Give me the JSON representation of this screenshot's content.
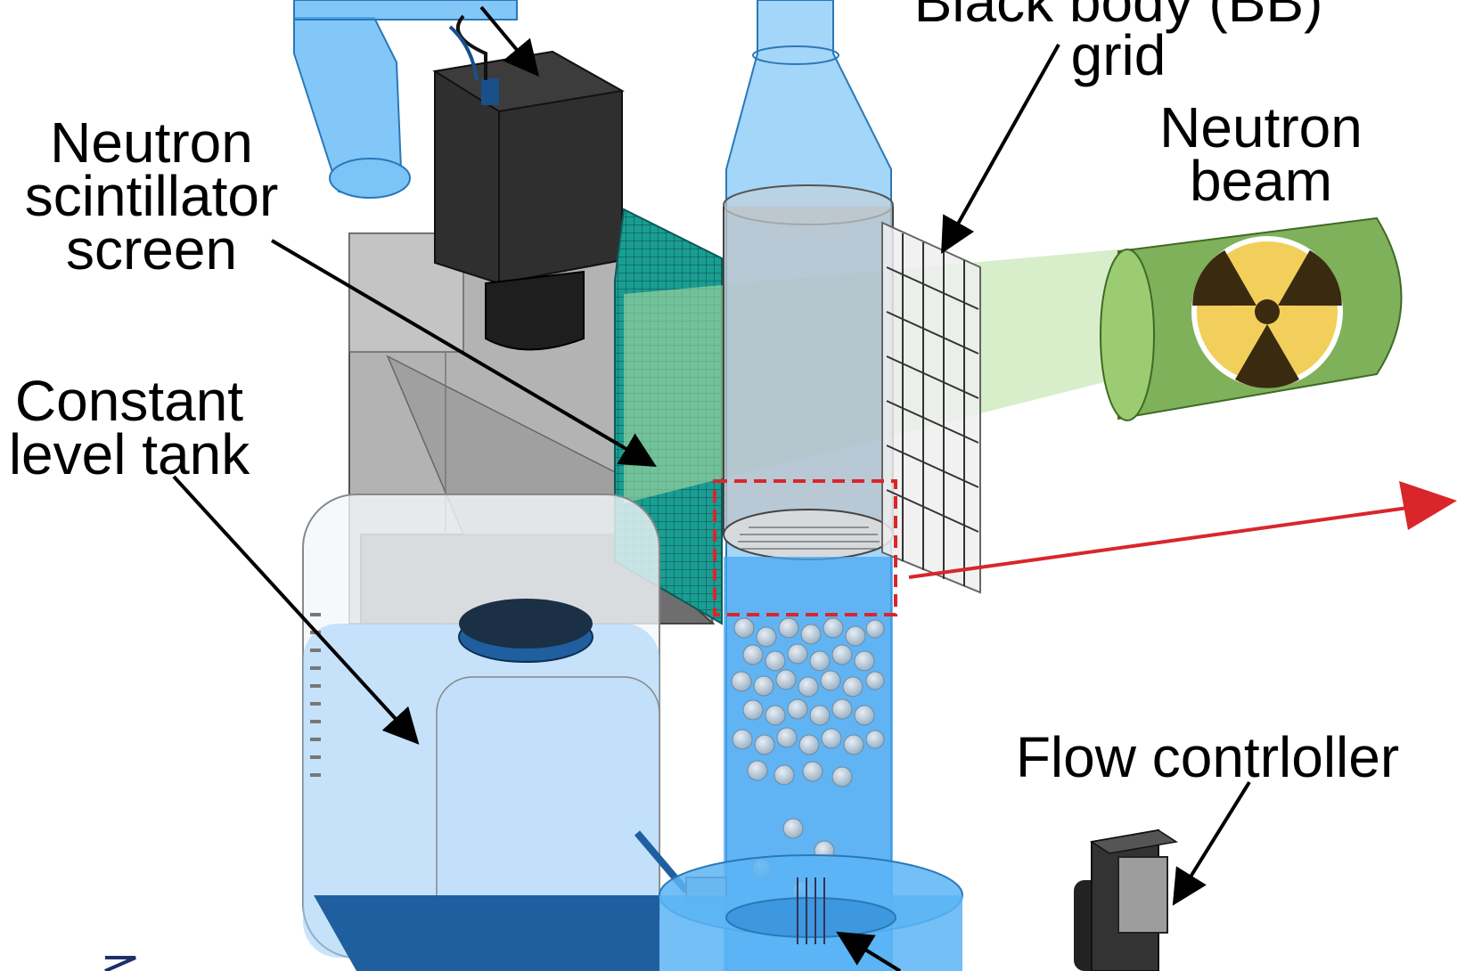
{
  "labels": {
    "black_body": {
      "line1": "Black body (BB)",
      "line2": "grid"
    },
    "scintillator": {
      "line1": "Neutron",
      "line2": "scintillator",
      "line3": "screen"
    },
    "neutron_beam": {
      "line1": "Neutron",
      "line2": "beam"
    },
    "tank": {
      "line1": "Constant",
      "line2": "level tank"
    },
    "flow_controller": {
      "line1": "Flow contrloller"
    }
  },
  "colors": {
    "water_blue": "#4aa8f0",
    "pipe_blue": "#5ab4f5",
    "camera": "#2f2f2f",
    "scintillator": "#1aa59a",
    "beam_green": "#b8e0a0",
    "source_green": "#7fb05a",
    "radiation_yellow": "#f2cf5a",
    "roi_red": "#d9262c"
  },
  "icons": {
    "source": "radiation-trefoil-icon"
  }
}
